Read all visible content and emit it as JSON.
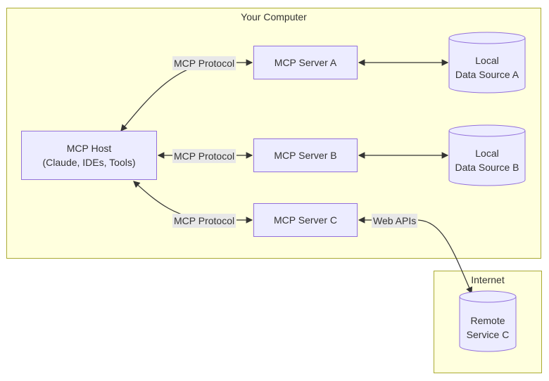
{
  "clusters": {
    "computer": {
      "title": "Your Computer"
    },
    "internet": {
      "title": "Internet"
    }
  },
  "nodes": {
    "host": {
      "line1": "MCP Host",
      "line2": "(Claude, IDEs, Tools)"
    },
    "server_a": {
      "label": "MCP Server A"
    },
    "server_b": {
      "label": "MCP Server B"
    },
    "server_c": {
      "label": "MCP Server C"
    },
    "source_a": {
      "line1": "Local",
      "line2": "Data Source A"
    },
    "source_b": {
      "line1": "Local",
      "line2": "Data Source B"
    },
    "remote_c": {
      "line1": "Remote",
      "line2": "Service C"
    }
  },
  "edges": {
    "protocol_a": "MCP Protocol",
    "protocol_b": "MCP Protocol",
    "protocol_c": "MCP Protocol",
    "web_apis": "Web APIs"
  },
  "colors": {
    "cluster_fill": "#ffffde",
    "cluster_stroke": "#aaaa33",
    "node_fill": "#ececff",
    "node_stroke": "#9370db",
    "edge": "#333333",
    "label_bg": "#e8e8e8"
  }
}
